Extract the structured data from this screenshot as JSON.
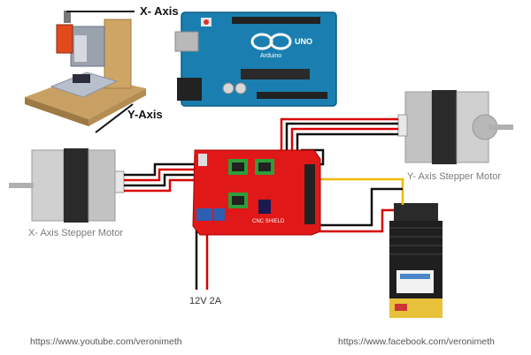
{
  "labels": {
    "x_axis": "X- Axis",
    "y_axis": "Y-Axis",
    "x_motor": "X- Axis Stepper Motor",
    "y_motor": "Y- Axis Stepper Motor",
    "power": "12V 2A"
  },
  "arduino": {
    "logo_text": "UNO",
    "brand": "Arduino"
  },
  "shield": {
    "title": "CNC SHIELD"
  },
  "footer": {
    "left_url": "https://www.youtube.com/veronimeth",
    "right_url": "https://www.facebook.com/veronimeth"
  },
  "colors": {
    "wire_red": "#d80000",
    "wire_black": "#111111",
    "wire_yellow": "#f0b800",
    "shield": "#e01818",
    "arduino": "#1a7fb0",
    "driver": "#2e9e3a"
  }
}
